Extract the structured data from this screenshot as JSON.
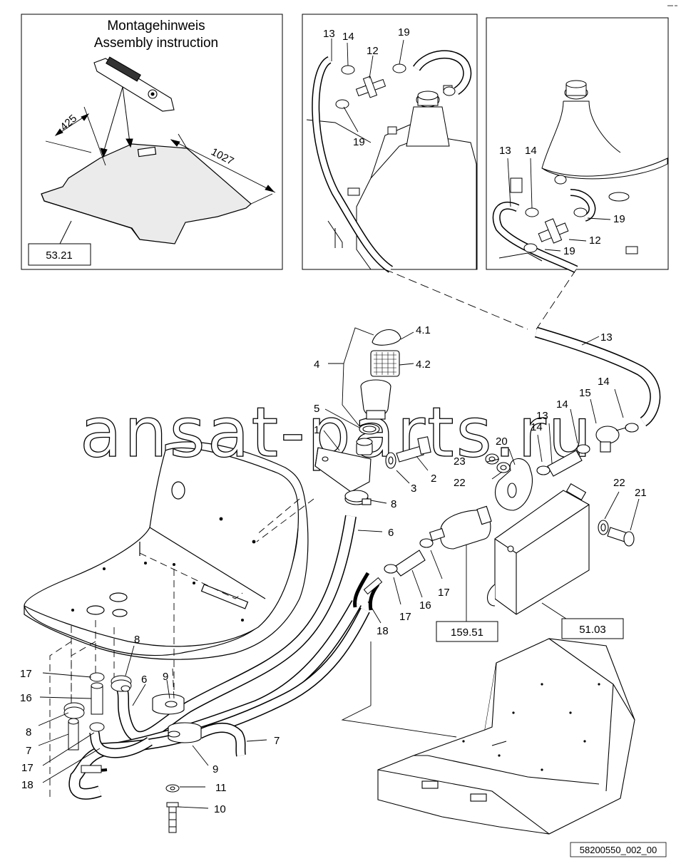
{
  "inset_assembly": {
    "title_de": "Montagehinweis",
    "title_en": "Assembly instruction",
    "dim_short": "425",
    "dim_long": "1027",
    "ref_box": "53.21"
  },
  "inset_tank_left": {
    "labels": [
      "13",
      "14",
      "12",
      "19",
      "19"
    ]
  },
  "inset_tank_right": {
    "labels": [
      "13",
      "14",
      "19",
      "12",
      "19"
    ]
  },
  "callouts": {
    "c4_1": "4.1",
    "c4_2": "4.2",
    "c4": "4",
    "c5": "5",
    "c1": "1",
    "c2": "2",
    "c3": "3",
    "c8a": "8",
    "c6a": "6",
    "c13": "13",
    "c14a": "14",
    "c14b": "14",
    "c14c": "14",
    "c15": "15",
    "c13b": "13",
    "c20": "20",
    "c23": "23",
    "c22a": "22",
    "c22b": "22",
    "c21": "21",
    "c17a": "17",
    "c16a": "16",
    "c17b": "17",
    "c18a": "18",
    "c8b": "8",
    "c17c": "17",
    "c16b": "16",
    "c6b": "6",
    "c9a": "9",
    "c8c": "8",
    "c7a": "7",
    "c7b": "7",
    "c17d": "17",
    "c18b": "18",
    "c9b": "9",
    "c11": "11",
    "c10": "10"
  },
  "ref_boxes": {
    "r159": "159.51",
    "r51": "51.03"
  },
  "doc_number": "58200550_002_00",
  "watermark": "ansat-parts.ru"
}
